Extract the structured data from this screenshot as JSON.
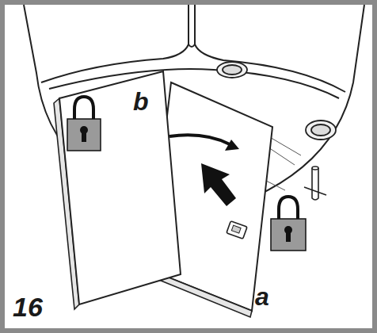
{
  "diagram": {
    "labels": [
      "b",
      "a",
      "16"
    ]
  }
}
